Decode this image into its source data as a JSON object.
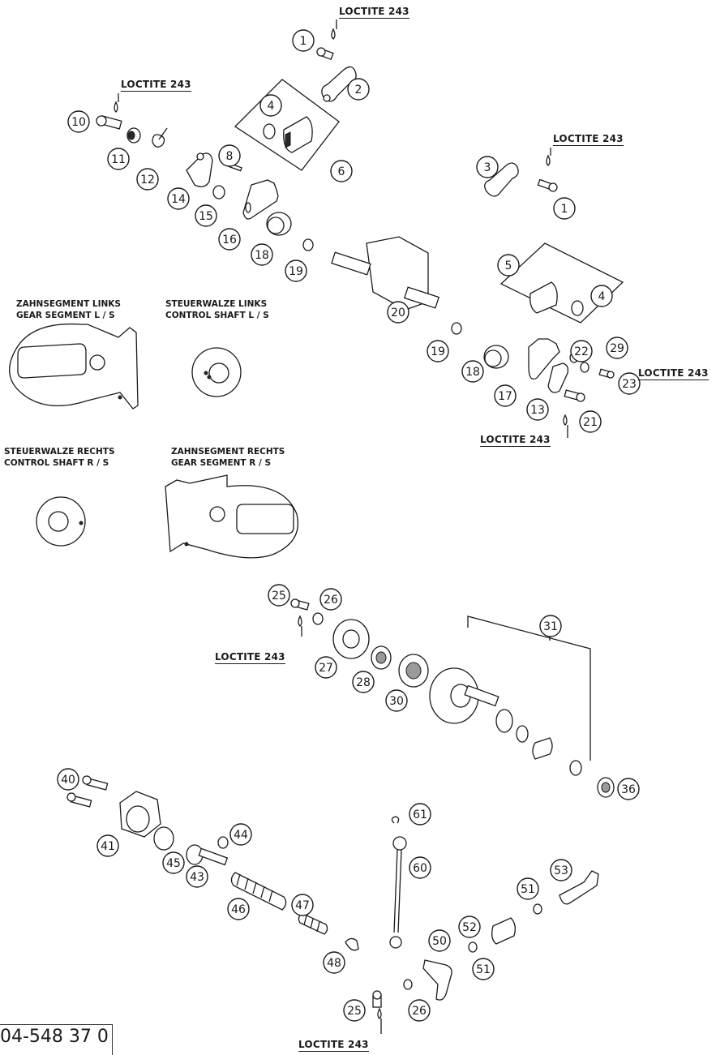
{
  "diagram": {
    "notes": {
      "loctite_1": "LOCTITE 243",
      "loctite_2": "LOCTITE 243",
      "loctite_3": "LOCTITE 243",
      "loctite_4": "LOCTITE 243",
      "loctite_5": "LOCTITE 243",
      "loctite_6": "LOCTITE 243",
      "loctite_7": "LOCTITE 243"
    },
    "captions": {
      "gear_segment_left_de": "ZAHNSEGMENT LINKS",
      "gear_segment_left_en": "GEAR SEGMENT L / S",
      "control_shaft_left_de": "STEUERWALZE LINKS",
      "control_shaft_left_en": "CONTROL SHAFT L / S",
      "control_shaft_right_de": "STEUERWALZE RECHTS",
      "control_shaft_right_en": "CONTROL SHAFT R / S",
      "gear_segment_right_de": "ZAHNSEGMENT RECHTS",
      "gear_segment_right_en": "GEAR SEGMENT R / S"
    },
    "reference_code": "04-548 37 0",
    "part_numbers": {
      "p1": "1",
      "p1b": "1",
      "p2": "2",
      "p3": "3",
      "p4": "4",
      "p4b": "4",
      "p5": "5",
      "p6": "6",
      "p8": "8",
      "p10": "10",
      "p11": "11",
      "p12": "12",
      "p13": "13",
      "p14": "14",
      "p15": "15",
      "p16": "16",
      "p17": "17",
      "p18": "18",
      "p18b": "18",
      "p19": "19",
      "p19b": "19",
      "p20": "20",
      "p21": "21",
      "p22": "22",
      "p23": "23",
      "p25": "25",
      "p25b": "25",
      "p26": "26",
      "p26b": "26",
      "p27": "27",
      "p28": "28",
      "p29": "29",
      "p30": "30",
      "p31": "31",
      "p36": "36",
      "p40": "40",
      "p41": "41",
      "p43": "43",
      "p44": "44",
      "p45": "45",
      "p46": "46",
      "p47": "47",
      "p48": "48",
      "p50": "50",
      "p51": "51",
      "p51b": "51",
      "p52": "52",
      "p53": "53",
      "p60": "60",
      "p61": "61"
    }
  }
}
